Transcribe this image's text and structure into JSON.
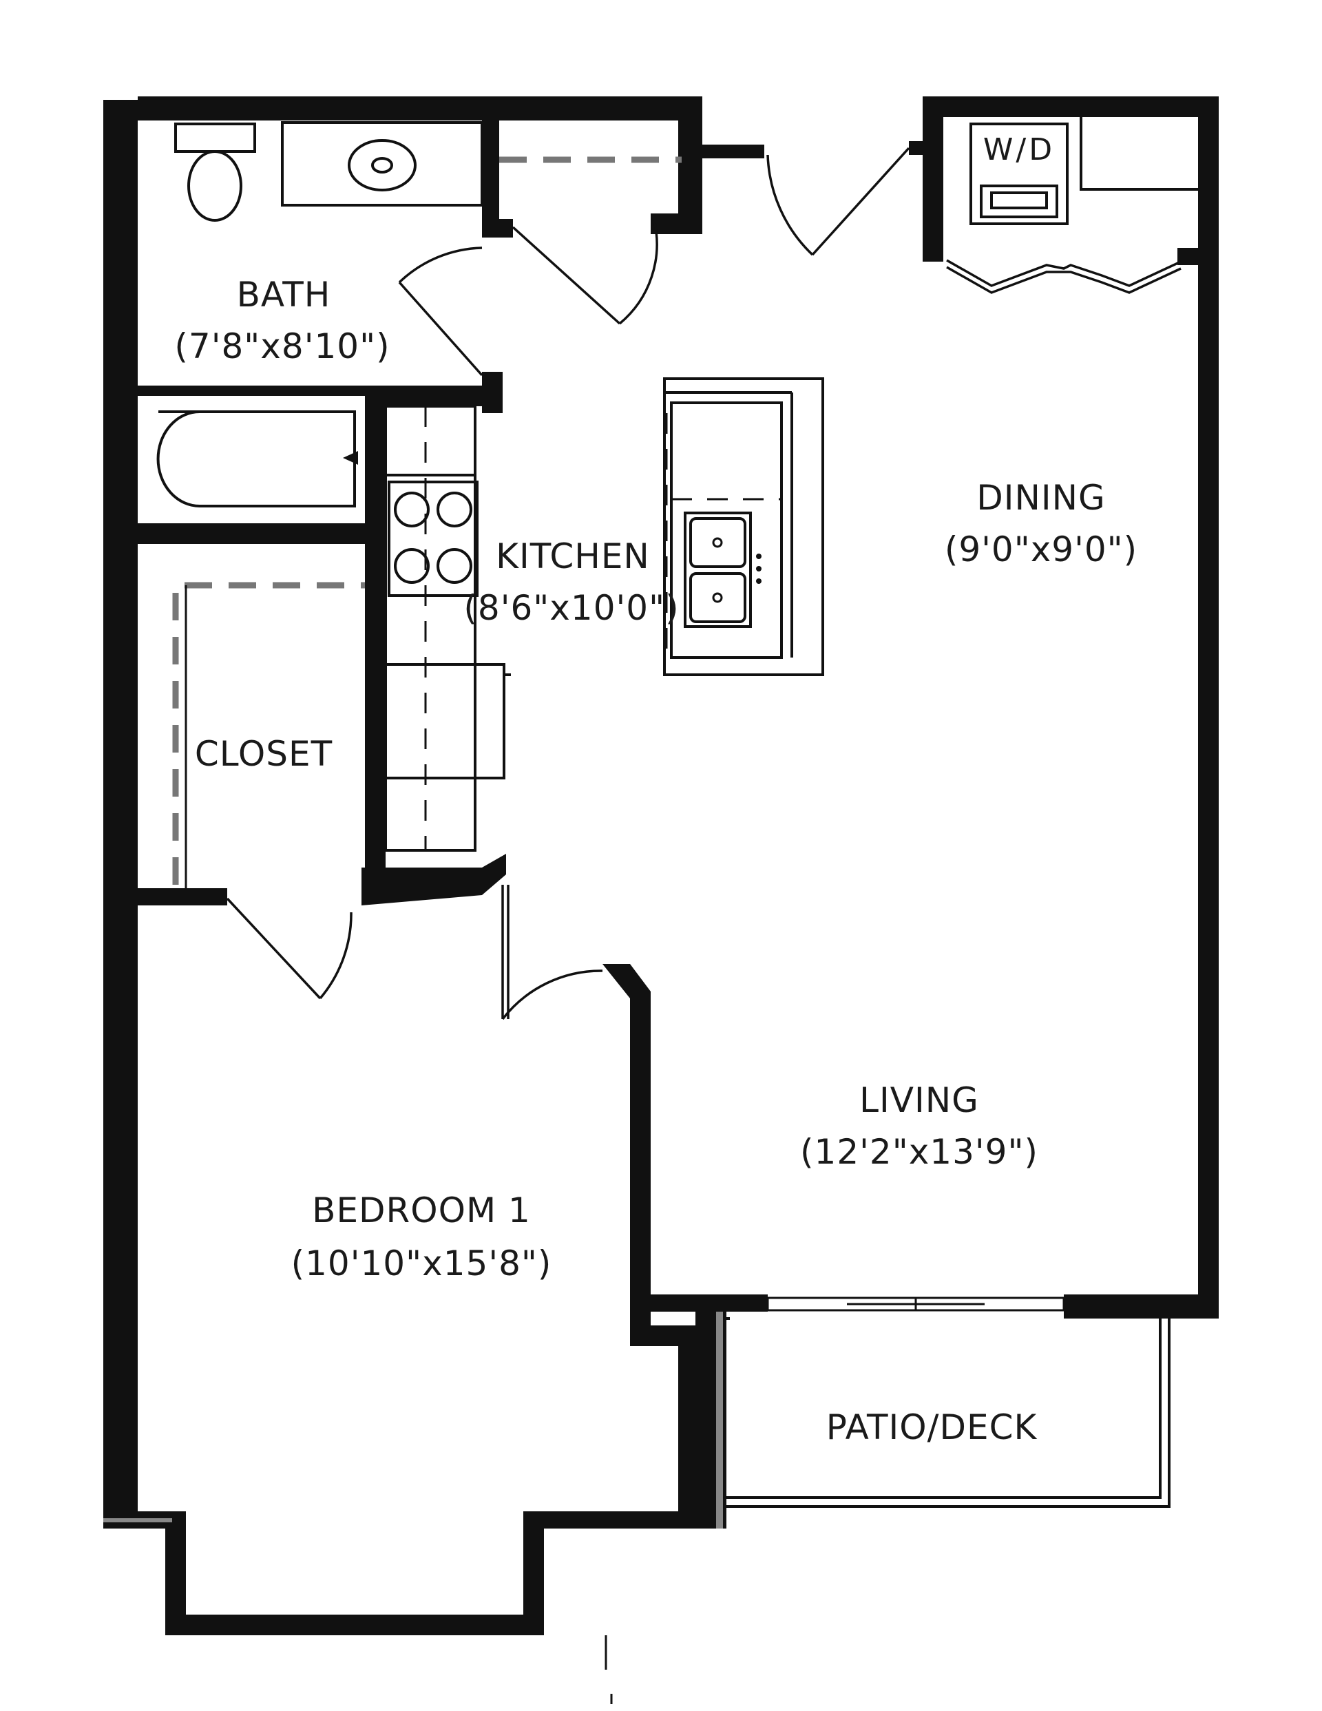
{
  "rooms": {
    "bath": {
      "name": "BATH",
      "size": "(7'8\"x8'10\")"
    },
    "kitchen": {
      "name": "KITCHEN",
      "size": "(8'6\"x10'0\")"
    },
    "dining": {
      "name": "DINING",
      "size": "(9'0\"x9'0\")"
    },
    "closet": {
      "name": "CLOSET"
    },
    "living": {
      "name": "LIVING",
      "size": "(12'2\"x13'9\")"
    },
    "bedroom": {
      "name": "BEDROOM 1",
      "size": "(10'10\"x15'8\")"
    },
    "patio": {
      "name": "PATIO/DECK"
    }
  },
  "laundry": {
    "label": "W/D"
  },
  "colors": {
    "wall": "#111111",
    "closet_rod": "#777777",
    "background": "#ffffff"
  }
}
